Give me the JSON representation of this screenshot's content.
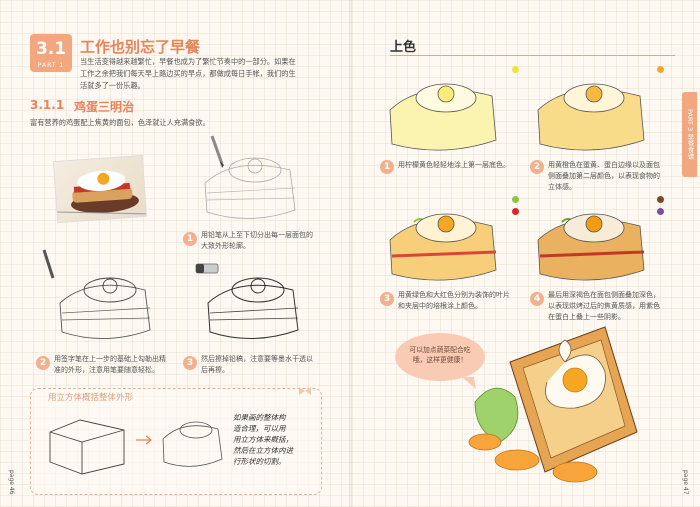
{
  "left_page": {
    "section_number": "3.1",
    "section_label": "PART 1",
    "section_title": "工作也别忘了早餐",
    "intro_lines": [
      "当生活变得越来越繁忙，早餐也成为了繁忙节奏中的一部分。如果在",
      "工作之余把我们每天早上路边买的早点，都做成每日手帐，我们的生",
      "活就多了一份乐趣。"
    ],
    "subsection_number": "3.1.1",
    "subsection_title": "鸡蛋三明治",
    "subsection_desc": "富有营养的鸡蛋配上焦黄的面包，色泽就让人充满食欲。",
    "steps": [
      {
        "num": "1",
        "lines": [
          "用铅笔从上至下切分出每一层面包的",
          "大致外形轮廓。"
        ]
      },
      {
        "num": "2",
        "lines": [
          "用签字笔在上一步的基础上勾勒出精",
          "准的外形，注意用笔要随意轻松。"
        ]
      },
      {
        "num": "3",
        "lines": [
          "然后擦掉铅稿，注意要等墨水干透以",
          "后再擦。"
        ]
      }
    ],
    "tip_box_title": "用立方体概括整体外形",
    "tip_handwriting": [
      "如果画的整体构",
      "造合理，可以用",
      "用立方体来概括，",
      "然后在立方体内进",
      "行形状的切割。"
    ],
    "page_number": "page 46"
  },
  "right_page": {
    "title": "上色",
    "side_tab": "PART 3 早餐食谱",
    "steps": [
      {
        "num": "1",
        "lines": [
          "用柠檬黄色轻轻地涂上第一层底色。"
        ]
      },
      {
        "num": "2",
        "lines": [
          "用黄橙色在蛋黄、蛋白边缘以及面包",
          "侧面叠加第二层颜色，以表现食物的",
          "立体感。"
        ]
      },
      {
        "num": "3",
        "lines": [
          "用黄绿色和大红色分别为装饰的叶片",
          "和夹层中的培根涂上颜色。"
        ]
      },
      {
        "num": "4",
        "lines": [
          "最后用深褐色在面包侧面叠加深色，",
          "以表现烘烤过后的焦黄质感，用紫色",
          "在蛋白上叠上一些阴影。"
        ]
      }
    ],
    "bubble_lines": [
      "可以加点蔬菜配合吃",
      "哦，这样更健康！"
    ],
    "page_number": "page 47"
  },
  "colors": {
    "accent": "#e8845a",
    "badge": "#f2a77f",
    "swatches": [
      "#f2e33a",
      "#f5a623",
      "#8cc63f",
      "#d9262e",
      "#7a4a2a",
      "#7b4fa0"
    ]
  }
}
